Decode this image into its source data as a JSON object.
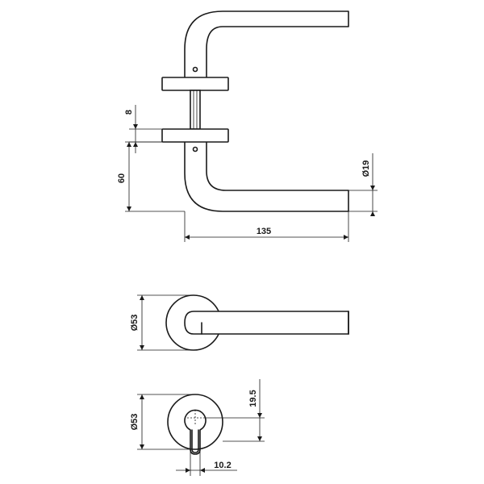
{
  "dimensions": {
    "rose_thickness": "8",
    "handle_height": "60",
    "handle_diameter": "Ø19",
    "handle_length": "135",
    "rose_diameter": "Ø53",
    "escutcheon_diameter": "Ø53",
    "keyhole_offset": "19.5",
    "keyhole_width": "10.2"
  }
}
